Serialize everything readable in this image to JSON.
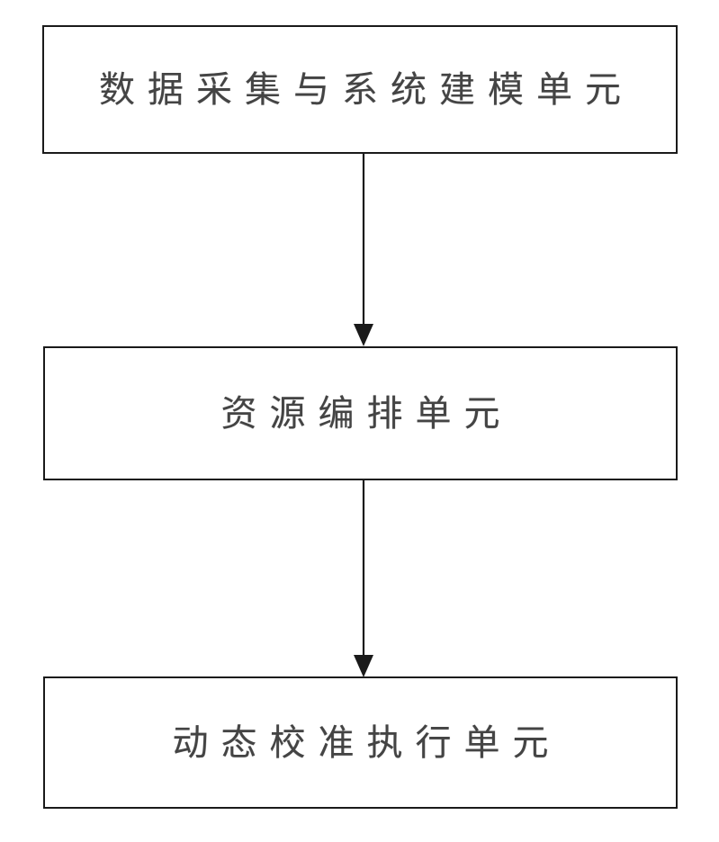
{
  "diagram": {
    "type": "flowchart",
    "orientation": "vertical-top-to-bottom",
    "background_color": "#ffffff",
    "line_color": "#1a1a1a",
    "text_color": "#2b2b2b",
    "nodes": [
      {
        "id": "data-acquisition",
        "label": "数据采集与系统建模单元",
        "shape": "rectangle",
        "order": 1
      },
      {
        "id": "resource-orchestration",
        "label": "资源编排单元",
        "shape": "rectangle",
        "order": 2
      },
      {
        "id": "dynamic-calibration",
        "label": "动态校准执行单元",
        "shape": "rectangle",
        "order": 3
      }
    ],
    "connectors": [
      {
        "id": "connector-1",
        "from": "data-acquisition",
        "to": "resource-orchestration",
        "style": "solid-line-with-filled-arrowhead",
        "direction": "down"
      },
      {
        "id": "connector-2",
        "from": "resource-orchestration",
        "to": "dynamic-calibration",
        "style": "solid-line-with-filled-arrowhead",
        "direction": "down"
      }
    ]
  }
}
